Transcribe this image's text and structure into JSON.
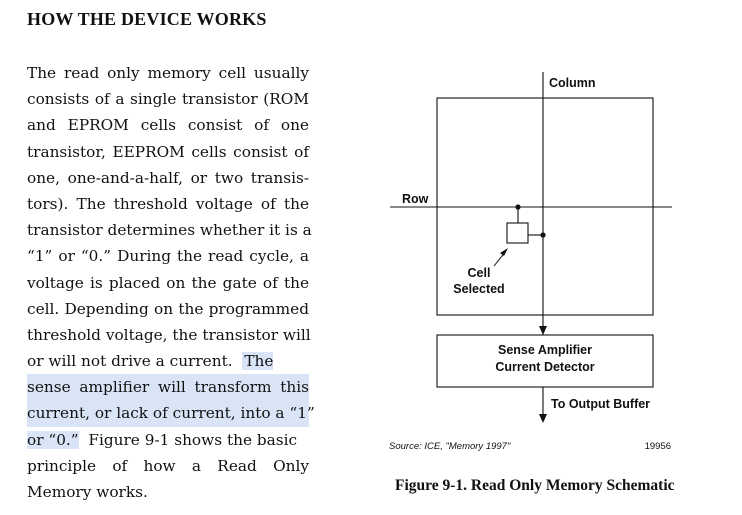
{
  "section": {
    "heading": "HOW THE DEVICE WORKS"
  },
  "body": {
    "lines": [
      "The read only memory cell usually",
      "consists of a single transistor (ROM",
      "and EPROM cells consist of one",
      "transistor, EEPROM cells consist of",
      "one, one-and-a-half, or two transis-",
      "tors).  The threshold voltage of the",
      "transistor determines whether it is a",
      "“1” or “0.”  During the read cycle, a",
      "voltage is placed on the gate of the",
      "cell.  Depending on the programmed",
      "threshold voltage, the transistor will"
    ],
    "line12_plain": "or will not drive a current.  ",
    "line12_highlight": "The",
    "line13_highlight": "sense amplifier will transform this",
    "line14_highlight": "current, or lack of current, into a “1”",
    "line15_highlight": "or “0.”",
    "line15_plain": "  Figure 9-1 shows the basic",
    "line16": "principle of how a Read Only",
    "line17": "Memory works."
  },
  "figure": {
    "labels": {
      "column": "Column",
      "row": "Row",
      "cell_line1": "Cell",
      "cell_line2": "Selected",
      "sense_line1": "Sense Amplifier",
      "sense_line2": "Current Detector",
      "output": "To Output Buffer"
    },
    "source": "Source:  ICE, \"Memory 1997\"",
    "figure_id": "19956",
    "caption": "Figure 9-1.  Read Only Memory Schematic"
  },
  "colors": {
    "highlight": "#d9e5f7",
    "ink": "#111111"
  }
}
